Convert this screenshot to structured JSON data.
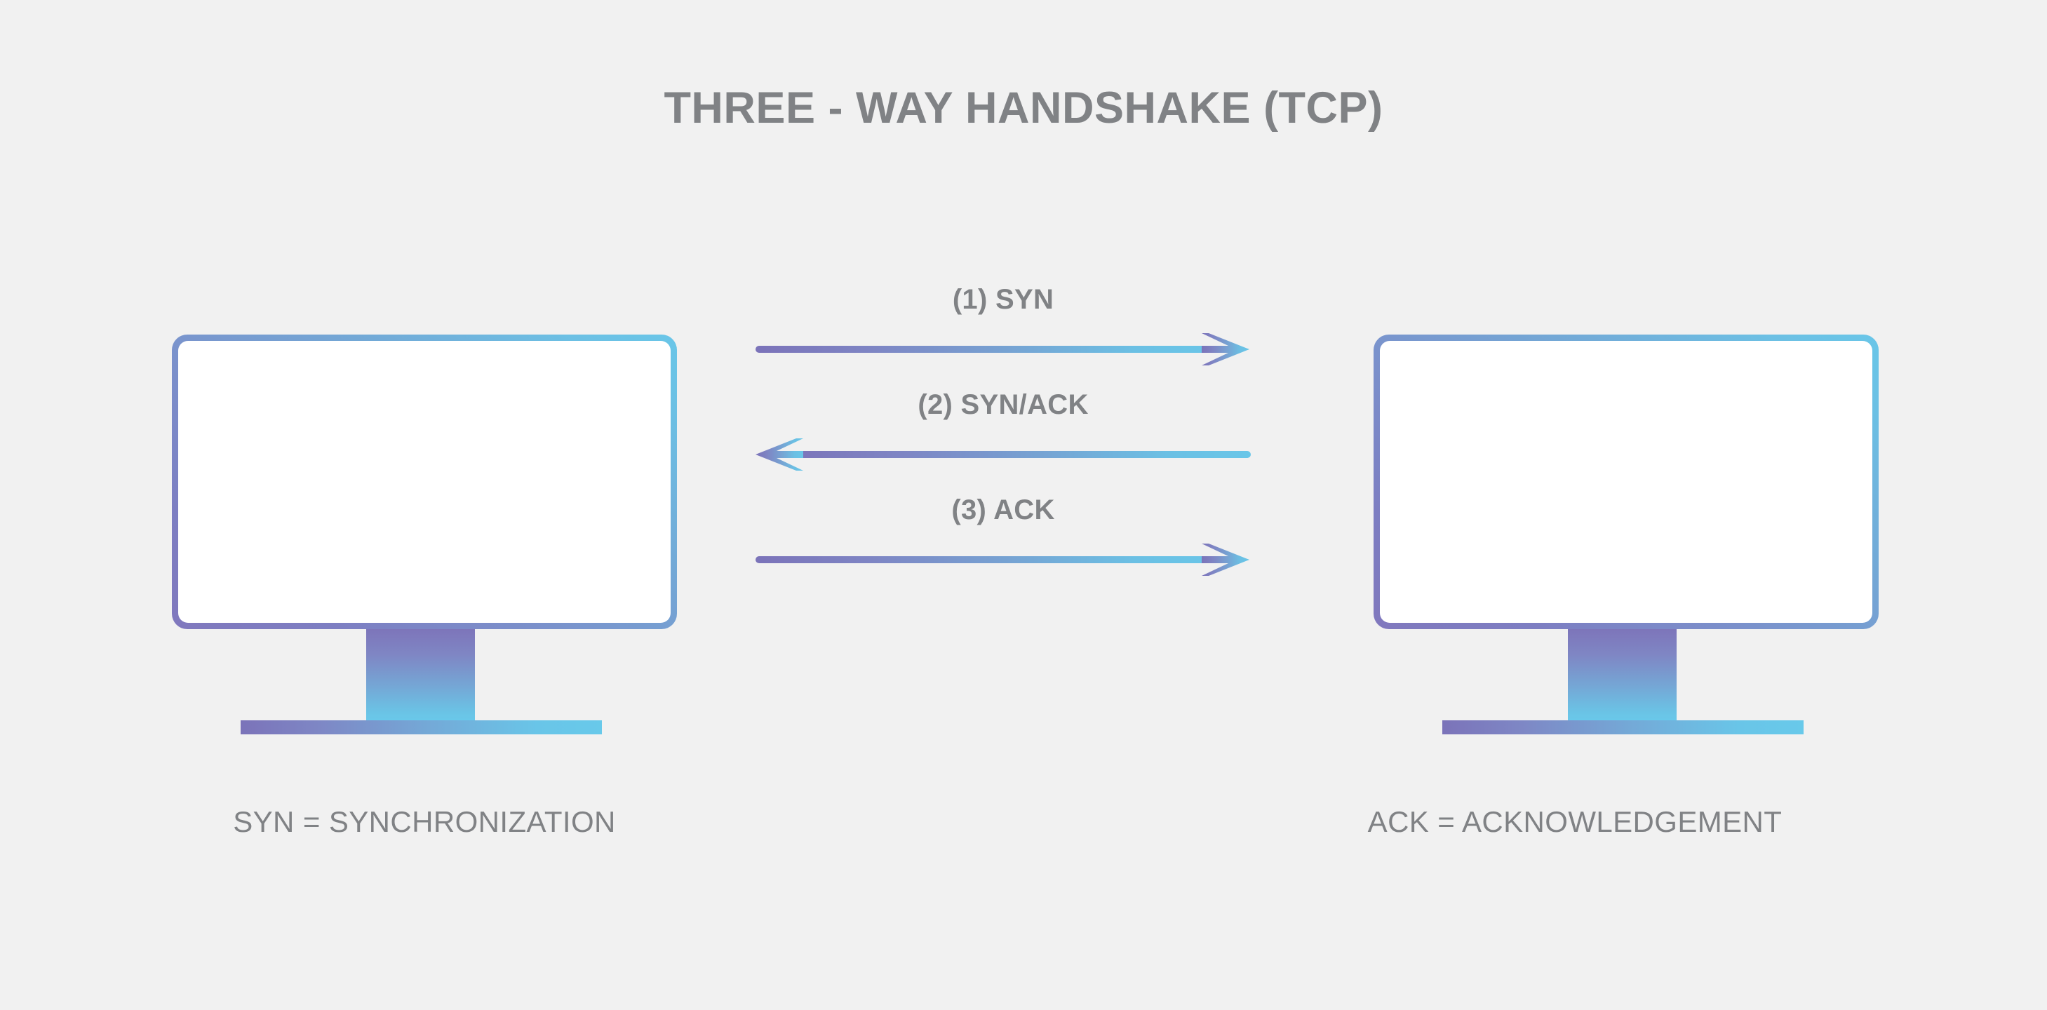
{
  "diagram": {
    "title": "THREE - WAY HANDSHAKE (TCP)",
    "background_color": "#f1f1f1",
    "title_color": "#808285",
    "accent_gradient_start": "#7b73b9",
    "accent_gradient_end": "#69c6e8"
  },
  "nodes": [
    {
      "id": "client",
      "role": "client",
      "icon": "monitor-icon",
      "caption": "SYN = SYNCHRONIZATION"
    },
    {
      "id": "server",
      "role": "server",
      "icon": "monitor-icon",
      "caption": "ACK = ACKNOWLEDGEMENT"
    }
  ],
  "messages": [
    {
      "step": 1,
      "label": "(1) SYN",
      "direction": "left-to-right",
      "from": "client",
      "to": "server"
    },
    {
      "step": 2,
      "label": "(2) SYN/ACK",
      "direction": "right-to-left",
      "from": "server",
      "to": "client"
    },
    {
      "step": 3,
      "label": "(3) ACK",
      "direction": "left-to-right",
      "from": "client",
      "to": "server"
    }
  ]
}
